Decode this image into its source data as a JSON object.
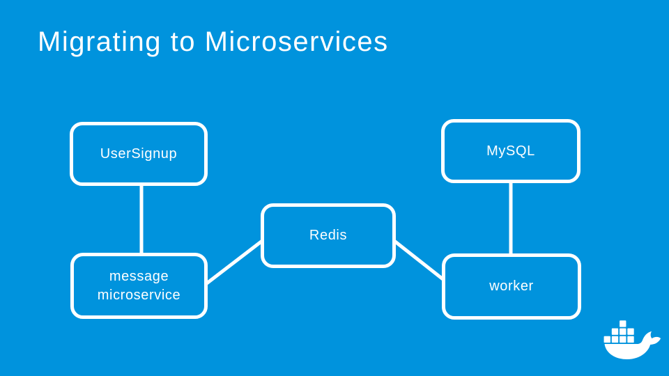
{
  "slide": {
    "title": "Migrating to Microservices",
    "colors": {
      "background": "#0093dd",
      "foreground": "#ffffff"
    },
    "footer": {
      "logo_icon": "docker-whale-icon"
    }
  },
  "diagram": {
    "nodes": [
      {
        "id": "usersignup",
        "label": "UserSignup"
      },
      {
        "id": "mysql",
        "label": "MySQL"
      },
      {
        "id": "redis",
        "label": "Redis"
      },
      {
        "id": "message-microservice",
        "label": "message microservice"
      },
      {
        "id": "worker",
        "label": "worker"
      }
    ],
    "edges": [
      {
        "from": "UserSignup",
        "to": "message microservice"
      },
      {
        "from": "MySQL",
        "to": "worker"
      },
      {
        "from": "message microservice",
        "to": "Redis"
      },
      {
        "from": "Redis",
        "to": "worker"
      }
    ]
  }
}
